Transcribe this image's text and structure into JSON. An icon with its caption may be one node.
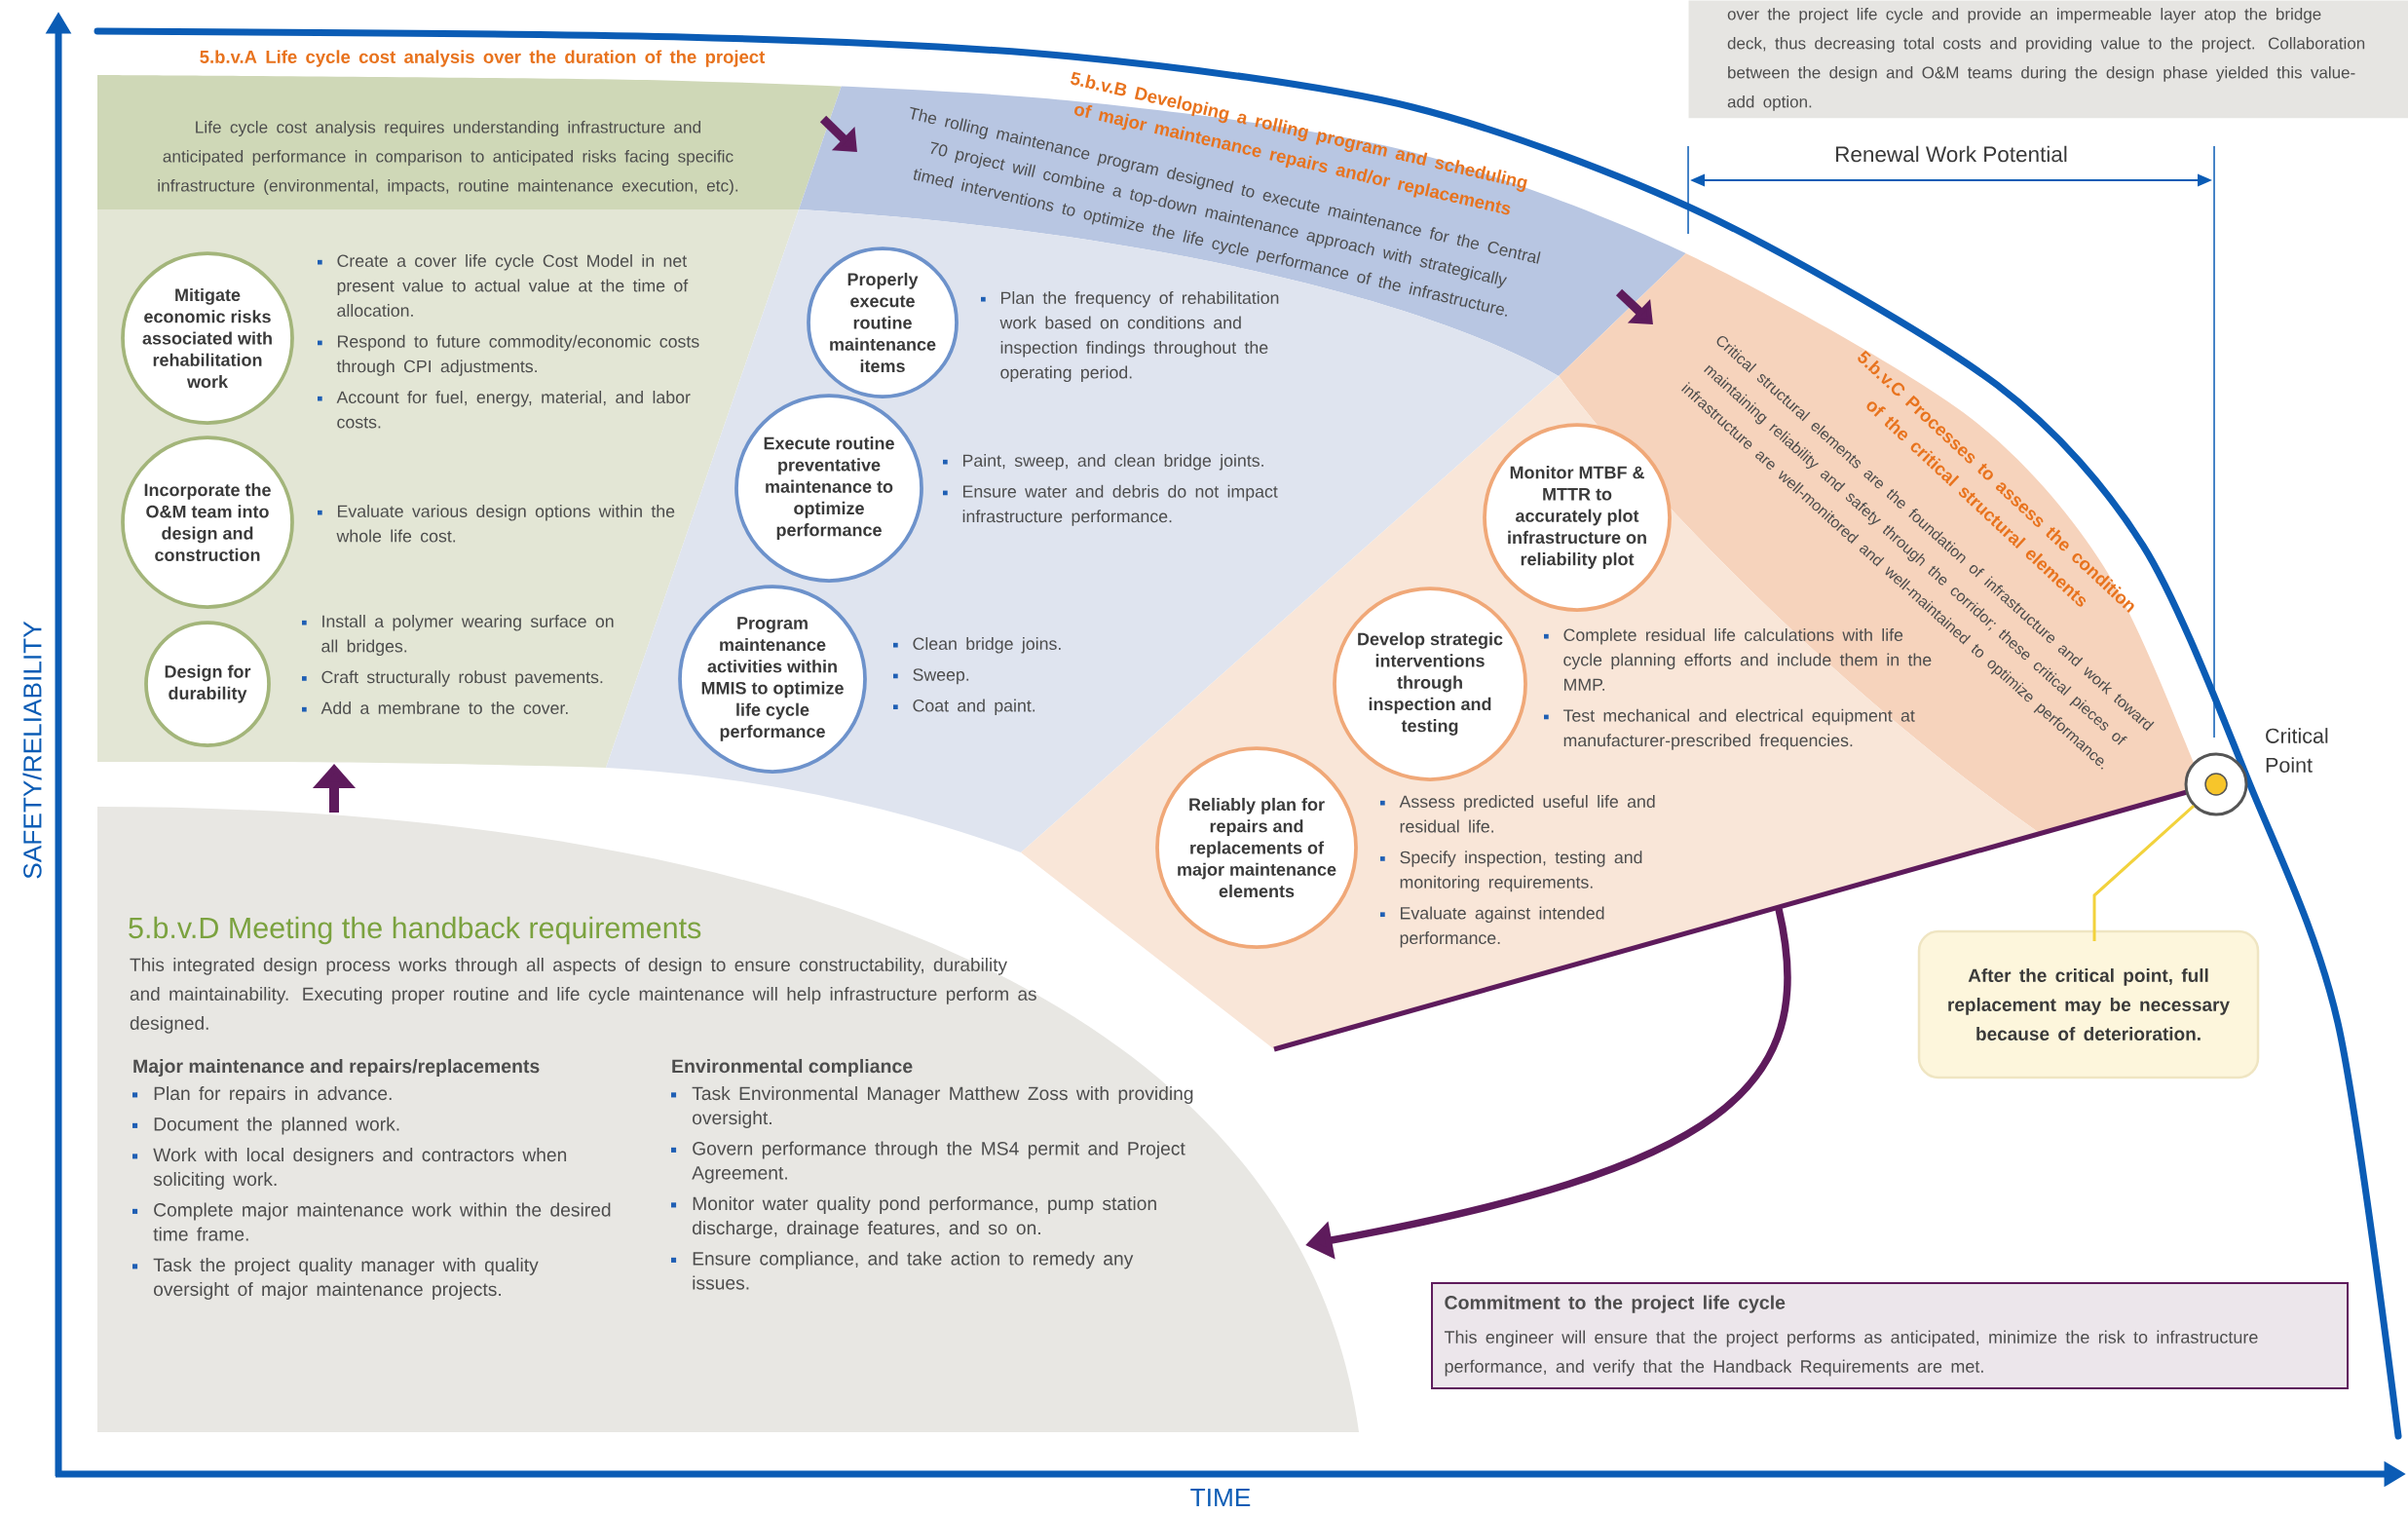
{
  "diagram": {
    "nodes": [
      {
        "text": [
          "5.b.v.A Life cycle cost analysis over the duration of the project",
          "Life cycle cost analysis requires understanding infrastructure and anticipated performance in comparison to anticipated risks facing specific infrastructure (environmental, impacts, routine maintenance execution, etc)."
        ]
      },
      {
        "text": [
          "Mitigate economic risks associated with rehabilitation work"
        ],
        "in": 0,
        "beside": [
          "Create a cover life cycle Cost Model in net present value to actual value at the time of allocation.",
          "Respond to future commodity/economic costs through CPI adjustments.",
          "Account for fuel, energy, material, and labor costs."
        ]
      },
      {
        "text": [
          "Incorporate the O&M team into design and construction"
        ],
        "in": 0,
        "beside": [
          "Evaluate various design options within the whole life cost."
        ]
      },
      {
        "text": [
          "Design for durability"
        ],
        "in": 0,
        "beside": [
          "Install a polymer wearing surface on all bridges.",
          "Craft structurally robust pavements.",
          "Add a membrane to the cover."
        ]
      },
      {
        "text": [
          "5.b.v.B Developing a rolling program and scheduling of major maintenance repairs and/or replacements",
          "The rolling maintenance program designed to execute maintenance for the Central 70 project will combine a top-down maintenance approach with strategically timed interventions to optimize the life cycle performance of the infrastructure."
        ]
      },
      {
        "text": [
          "Properly execute routine maintenance items"
        ],
        "in": 4,
        "beside": [
          "Plan the frequency of rehabilitation work based on conditions and inspection findings throughout the operating period."
        ]
      },
      {
        "text": [
          "Execute routine preventative maintenance to optimize performance"
        ],
        "in": 4,
        "beside": [
          "Paint, sweep, and clean bridge joints.",
          "Ensure water and debris do not impact infrastructure performance."
        ]
      },
      {
        "text": [
          "Program maintenance activities within MMIS to optimize life cycle performance"
        ],
        "in": 4,
        "beside": [
          "Clean bridge joins.",
          "Sweep.",
          "Coat and paint."
        ]
      },
      {
        "text": [
          "5.b.v.C Processes to assess the condition of the critical structural elements",
          "Critical structural elements are the foundation of infrastructure and work toward maintaining reliability and safety through the corridor; these critical pieces of infrastructure are well-monitored and well-maintained to optimize performance."
        ]
      },
      {
        "text": [
          "Monitor MTBF & MTTR to accurately plot infrastructure on reliability plot"
        ],
        "in": 8
      },
      {
        "text": [
          "Develop strategic interventions through inspection and testing"
        ],
        "in": 8,
        "beside": [
          "Complete residual life calculations with life cycle planning efforts and include them in the MMP.",
          "Test mechanical and electrical equipment at manufacturer-prescribed frequencies."
        ]
      },
      {
        "text": [
          "Reliably plan for repairs and replacements of major maintenance elements"
        ],
        "in": 8,
        "beside": [
          "Assess predicted useful life and residual life.",
          "Specify inspection, testing and monitoring requirements.",
          "Evaluate against intended performance."
        ]
      },
      {
        "text": [
          "5.b.v.D Meeting the handback requirements",
          "This integrated design process works through all aspects of design to ensure constructability, durability and maintainability. Executing proper routine and life cycle maintenance will help infrastructure perform as designed.",
          "Major maintenance and repairs/replacements",
          "Plan for repairs in advance.",
          "Document the planned work.",
          "Work with local designers and contractors when soliciting work.",
          "Complete major maintenance work within the desired time frame.",
          "Task the project quality manager with quality oversight of major maintenance projects.",
          "Environmental compliance",
          "Task Environmental Manager Matthew Zoss with providing oversight.",
          "Govern performance through the MS4 permit and Project Agreement.",
          "Monitor water quality pond performance, pump station discharge, drainage features, and so on.",
          "Ensure compliance, and take action to remedy any issues."
        ]
      },
      {
        "text": [],
        "shape": "circle",
        "beside": [
          "Critical Point"
        ]
      },
      {
        "text": [
          "After the critical point, full replacement may be necessary because of deterioration."
        ]
      },
      {
        "text": [
          "Commitment to the project life cycle",
          "This engineer will ensure that the project performs as anticipated, minimize the risk to infrastructure performance, and verify that the Handback Requirements are met."
        ]
      },
      {
        "text": [
          "over the project life cycle and provide an impermeable layer atop the bridge deck, thus decreasing total costs and providing value to the project. Collaboration between the design and O&M teams during the design phase yielded this value-add option."
        ]
      }
    ],
    "edges": [
      {
        "from": 0,
        "to": 4,
        "arrow": "to"
      },
      {
        "from": 4,
        "to": 8,
        "arrow": "to"
      },
      {
        "from": 12,
        "to": 0,
        "arrow": "to"
      },
      {
        "from": 8,
        "to": 12,
        "arrow": "to"
      },
      {
        "from": 14,
        "to": 13,
        "arrow": "none",
        "color": "#f2d23c"
      }
    ],
    "labels": [
      "Renewal Work Potential",
      "SAFETY/RELIABILITY",
      "TIME"
    ]
  }
}
